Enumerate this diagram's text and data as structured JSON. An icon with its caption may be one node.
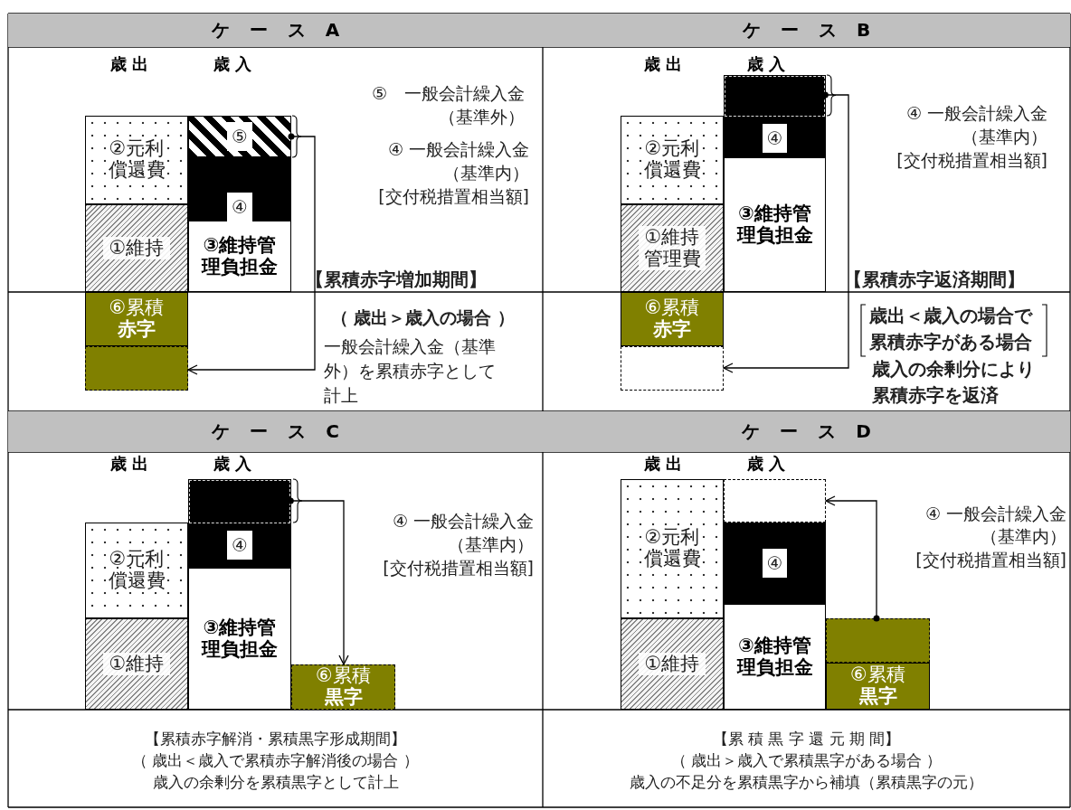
{
  "diagram": {
    "nodes": [
      {
        "text": [
          "②元利償還費"
        ]
      },
      {
        "text": [
          "①維持"
        ]
      },
      {
        "text": [
          "⑤"
        ]
      },
      {
        "text": [
          "④"
        ]
      },
      {
        "text": [
          "③維持管理負担金"
        ]
      },
      {
        "text": [
          "⑥累積**赤字**"
        ]
      },
      {
        "text": [],
        "shape": "box"
      },
      {
        "text": [
          "②元利償還費"
        ]
      },
      {
        "text": [
          "①維持管理費"
        ]
      },
      {
        "text": [
          "④"
        ]
      },
      {
        "text": [],
        "shape": "box",
        "in": 9
      },
      {
        "text": [
          "③維持管理負担金"
        ]
      },
      {
        "text": [
          "⑥累積**赤字**"
        ]
      },
      {
        "text": [],
        "shape": "box"
      },
      {
        "text": [
          "②元利償還費"
        ]
      },
      {
        "text": [
          "①維持"
        ]
      },
      {
        "text": [
          "④"
        ]
      },
      {
        "text": [],
        "shape": "box",
        "in": 16
      },
      {
        "text": [
          "③維持管理負担金"
        ]
      },
      {
        "text": [
          "⑥累積**黒字**"
        ]
      },
      {
        "text": [
          "②元利償還費"
        ]
      },
      {
        "text": [
          "①維持"
        ]
      },
      {
        "text": [],
        "shape": "box"
      },
      {
        "text": [
          "④"
        ]
      },
      {
        "text": [
          "③維持管理負担金"
        ]
      },
      {
        "text": [],
        "shape": "box"
      },
      {
        "text": [
          "⑥累積**黒字**"
        ]
      }
    ],
    "edges": [
      {
        "from": 2,
        "to": 6,
        "arrow": "to"
      },
      {
        "from": 10,
        "to": 13,
        "arrow": "to"
      },
      {
        "from": 17,
        "to": 19,
        "arrow": "to"
      },
      {
        "from": 25,
        "to": 22,
        "arrow": "to"
      }
    ],
    "labels": [
      "ケースA",
      "ケースB",
      "歳出",
      "歳入",
      "歳出",
      "歳入",
      "⑤　一般会計繰入金",
      "（基準外）",
      "④ 一般会計繰入金",
      "（基準内）",
      "[交付税措置相当額]",
      "④ 一般会計繰入金",
      "（基準内）",
      "[交付税措置相当額]",
      "【累積赤字増加期間】",
      "（ 歳出＞歳入の場合 ）",
      "一般会計繰入金（基準外）を累積赤字として計上",
      "【累積赤字返済期間】",
      "歳出＜歳入の場合で累積赤字がある場合",
      "歳入の余剰分により累積赤字を返済",
      "ケースC",
      "ケースD",
      "歳出",
      "歳入",
      "歳出",
      "歳入",
      "④ 一般会計繰入金",
      "（基準内）",
      "[交付税措置相当額]",
      "④ 一般会計繰入金",
      "（基準内）",
      "[交付税措置相当額]",
      "【累積赤字解消・累積黒字形成期間】",
      "（ 歳出＜歳入で累積赤字解消後の場合 ）",
      "歳入の余剰分を累積黒字として計上",
      "【累 積 黒 字 還 元 期 間】",
      "（ 歳出＞歳入で累積黒字がある場合 ）",
      "歳入の不足分を累積黒字から補填（累積黒字の元）"
    ]
  }
}
